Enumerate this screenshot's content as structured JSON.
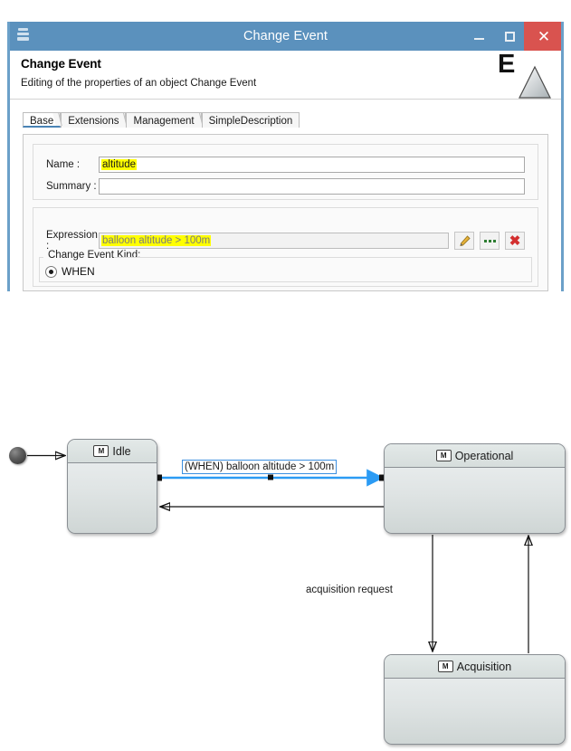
{
  "window": {
    "title": "Change Event",
    "icon": "stack-layers-icon",
    "controls": {
      "minimize": "–",
      "maximize": "□",
      "close": "✕",
      "close_color": "#d9534f"
    },
    "titlebar_color": "#5b91bd"
  },
  "header": {
    "title": "Change Event",
    "subtitle": "Editing of the properties of an object Change Event",
    "logo_letter": "E",
    "logo_shape": "triangle-icon"
  },
  "tabs": [
    {
      "label": "Base",
      "active": true
    },
    {
      "label": "Extensions",
      "active": false
    },
    {
      "label": "Management",
      "active": false
    },
    {
      "label": "SimpleDescription",
      "active": false
    }
  ],
  "form": {
    "name": {
      "label": "Name :",
      "value": "altitude",
      "highlight": "#ffff00",
      "placeholder": ""
    },
    "summary": {
      "label": "Summary :",
      "value": "",
      "placeholder": ""
    },
    "expression": {
      "label": "Expression :",
      "value": "balloon altitude > 100m",
      "highlight": "#ffff00",
      "readonly": true,
      "buttons": [
        {
          "name": "edit-expression-button",
          "icon": "pencil-icon"
        },
        {
          "name": "browse-expression-button",
          "icon": "ellipsis-icon"
        },
        {
          "name": "delete-expression-button",
          "icon": "red-x-icon"
        }
      ]
    },
    "kind": {
      "legend": "Change Event Kind:",
      "options": [
        {
          "label": "WHEN",
          "selected": true
        }
      ]
    }
  },
  "diagram": {
    "type": "uml-state-machine",
    "initial_node": "initial-pseudostate",
    "states": [
      {
        "id": "idle",
        "name": "Idle",
        "badge": "M"
      },
      {
        "id": "operational",
        "name": "Operational",
        "badge": "M"
      },
      {
        "id": "acquisition",
        "name": "Acquisition",
        "badge": "M"
      }
    ],
    "transitions": [
      {
        "from": "initial",
        "to": "idle",
        "label": "",
        "selected": false
      },
      {
        "from": "idle",
        "to": "operational",
        "label": "(WHEN) balloon altitude > 100m",
        "selected": true,
        "color": "#2b9bf4"
      },
      {
        "from": "operational",
        "to": "idle",
        "label": "",
        "selected": false
      },
      {
        "from": "operational",
        "to": "acquisition",
        "label": "acquisition request",
        "selected": false
      },
      {
        "from": "acquisition",
        "to": "operational",
        "label": "",
        "selected": false
      }
    ]
  }
}
